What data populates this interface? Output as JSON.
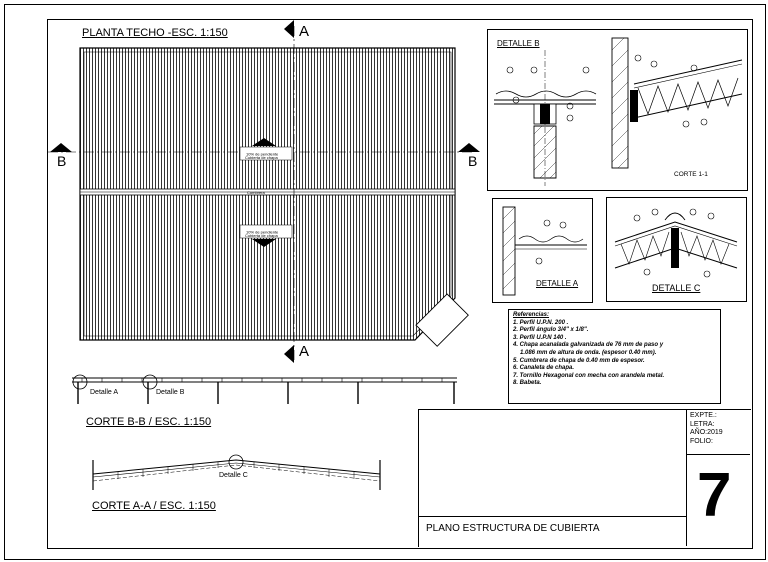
{
  "plan": {
    "title": "PLANTA TECHO -ESC. 1:150",
    "section_mark_a": "A",
    "section_mark_b": "B",
    "slope_label_line1": "10% de pendiente",
    "slope_label_line2": "Cubierta de chapa",
    "ridge_label": "Cumbrera"
  },
  "corte_bb": {
    "title": "CORTE B-B / ESC. 1:150",
    "callout_a": "Detalle A",
    "callout_b": "Detalle B"
  },
  "corte_aa": {
    "title": "CORTE A-A / ESC. 1:150",
    "callout_c": "Detalle C"
  },
  "details": {
    "b_title": "DETALLE B",
    "b_corte": "CORTE 1-1",
    "a_title": "DETALLE A",
    "c_title": "DETALLE C"
  },
  "references": {
    "title": "Referencias:",
    "items": [
      "1. Perfil U.P.N. 200 .",
      "2. Perfil ángulo 3/4\" x 1/8\".",
      "3.  Perfil U.P.N 140 .",
      "4. Chapa acanalada galvanizada de 76 mm de paso y",
      "   1.086 mm de altura de onda. (espesor 0.40 mm).",
      "5. Cumbrera de chapa de 0.40 mm de espesor.",
      "6. Canaleta de chapa.",
      "7. Tornillo Hexagonal con mecha con arandela metal.",
      "8. Babeta."
    ]
  },
  "title_block": {
    "expte": "EXPTE.:",
    "letra": "LETRA:",
    "anio": "AÑO:2019",
    "folio": "FOLIO:",
    "sheet_number": "7",
    "plan_name": "PLANO ESTRUCTURA DE CUBIERTA"
  }
}
